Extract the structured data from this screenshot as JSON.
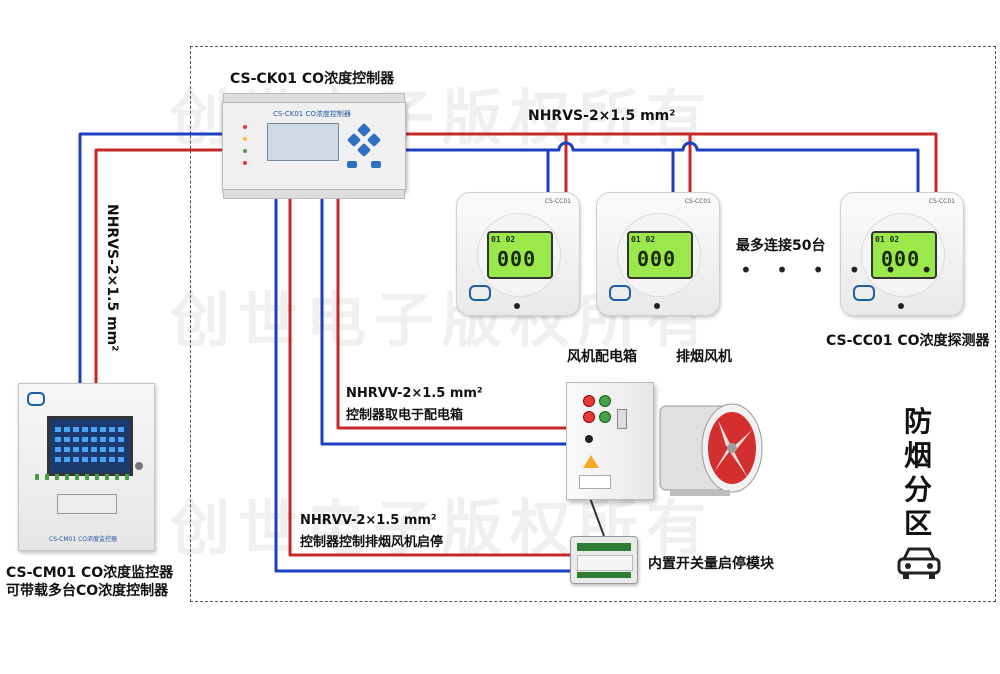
{
  "watermark": "创世电子版权所有",
  "controller": {
    "label": "CS-CK01 CO浓度控制器",
    "panel_title": "CS-CK01 CO浓度控制器"
  },
  "detectors": {
    "model_text": "CS-CC01",
    "readout_top": "01 02",
    "readout_main": "000",
    "label": "CS-CC01 CO浓度探测器",
    "max_label": "最多连接50台",
    "dots": "• • • • • •"
  },
  "labels": {
    "bus_cable": "NHRVS-2×1.5 mm²",
    "left_cable": "NHRVS-2×1.5 mm²",
    "power_cable_1": "NHRVV-2×1.5 mm²",
    "power_cable_2": "控制器取电于配电箱",
    "fan_cable_1": "NHRVV-2×1.5 mm²",
    "fan_cable_2": "控制器控制排烟风机启停",
    "fan_box": "风机配电箱",
    "exhaust_fan": "排烟风机",
    "module": "内置开关量启停模块",
    "monitor_1": "CS-CM01 CO浓度监控器",
    "monitor_2": "可带载多台CO浓度控制器",
    "monitor_panel": "CS-CM01  CO浓度监控器"
  },
  "zone": {
    "chars": [
      "防",
      "烟",
      "分",
      "区"
    ]
  },
  "colors": {
    "wire_red": "#c62828",
    "wire_blue": "#1e3fbf",
    "lcd_green": "#9be84c",
    "brand_blue": "#1b5fa5"
  },
  "icons": [
    "car-icon",
    "fan-icon",
    "module-icon"
  ]
}
